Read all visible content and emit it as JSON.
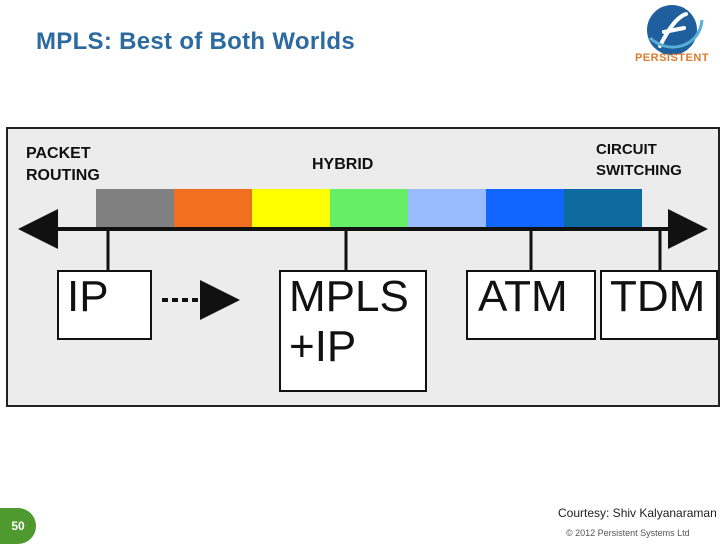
{
  "slide": {
    "title": "MPLS: Best of Both Worlds",
    "page_number": "50",
    "courtesy": "Courtesy: Shiv Kalyanaraman",
    "copyright": "© 2012 Persistent Systems Ltd"
  },
  "logo": {
    "text": "PERSISTENT"
  },
  "diagram": {
    "left_label": [
      "PACKET",
      "ROUTING"
    ],
    "middle_label": "HYBRID",
    "right_label": [
      "CIRCUIT",
      "SWITCHING"
    ],
    "spectrum_colors": [
      "#808080",
      "#f07020",
      "#ffff00",
      "#66ee66",
      "#99bbff",
      "#1166ff",
      "#0d6aa0"
    ],
    "boxes": {
      "ip": "IP",
      "mpls": [
        "MPLS",
        "+IP"
      ],
      "atm": "ATM",
      "tdm": "TDM"
    }
  }
}
